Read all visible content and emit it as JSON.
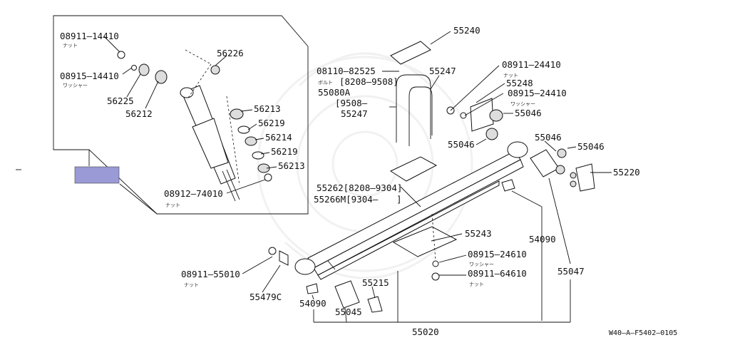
{
  "diagram": {
    "doc_code": "W40–A–F5402–0105",
    "highlight_color": "#9a9ad6",
    "labels": {
      "p08911_14410": "08911–14410",
      "p08915_14410": "08915–14410",
      "p56225": "56225",
      "p56212": "56212",
      "p56226": "56226",
      "p56213a": "56213",
      "p56219a": "56219",
      "p56214": "56214",
      "p56219b": "56219",
      "p56213b": "56213",
      "p08912_74010": "08912–74010",
      "p55240": "55240",
      "p08110_82525": "08110–82525",
      "p08110_note": "[8208–9508]",
      "p55080A": "55080A",
      "p9508": "[9508–",
      "p55247a": "55247",
      "p55247b": "55247",
      "p08911_24410": "08911–24410",
      "p55248": "55248",
      "p08915_24410": "08915–24410",
      "p55046a": "55046",
      "p55046b": "55046",
      "p55046c": "55046",
      "p55046d": "55046",
      "p55220": "55220",
      "p55262": "55262[8208–9304]",
      "p55266M": "55266M[9304–",
      "p55266M_close": "]",
      "p55243": "55243",
      "p54090a": "54090",
      "p08915_24610": "08915–24610",
      "p08911_64610": "08911–64610",
      "p55047": "55047",
      "p08911_55010": "08911–55010",
      "p55479C": "55479C",
      "p55215": "55215",
      "p54090b": "54090",
      "p55045": "55045",
      "p55020": "55020"
    },
    "japanese": {
      "nut": "ナット",
      "washer": "ワッシャー",
      "bolt": "ボルト"
    }
  }
}
